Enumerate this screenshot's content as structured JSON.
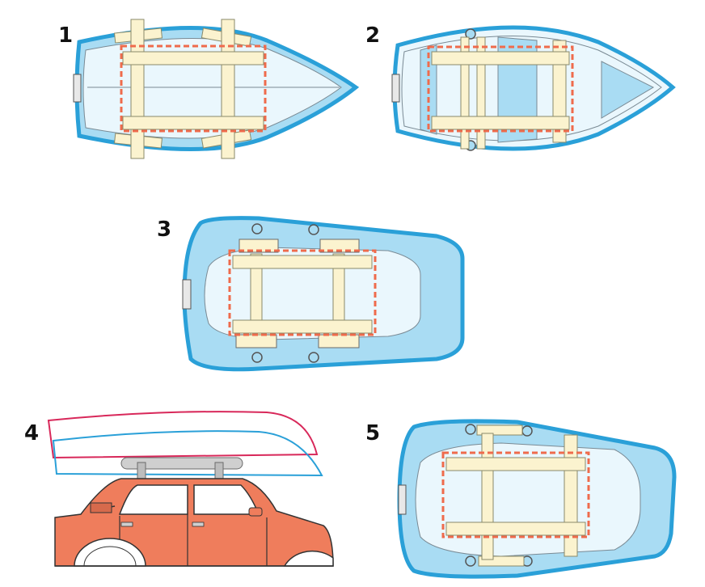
{
  "panels": [
    {
      "label": "1"
    },
    {
      "label": "2"
    },
    {
      "label": "3"
    },
    {
      "label": "4"
    },
    {
      "label": "5"
    }
  ],
  "colors": {
    "hull_outline": "#2aa0d8",
    "deck": "#a9dcf3",
    "interior": "#eaf7fd",
    "seat": "#bfe6f7",
    "wood": "#fbf3cf",
    "wood_stroke": "#8a8a6a",
    "rack_frame": "#ef6b4c",
    "car_body": "#ef7d5c",
    "car_roof_rack": "#cfcfcf",
    "boat_red": "#d8285a",
    "boat_blue": "#2aa0d8",
    "fitting": "#9a9a9a"
  },
  "icons": [
    "oarlock-icon",
    "transom-icon"
  ]
}
